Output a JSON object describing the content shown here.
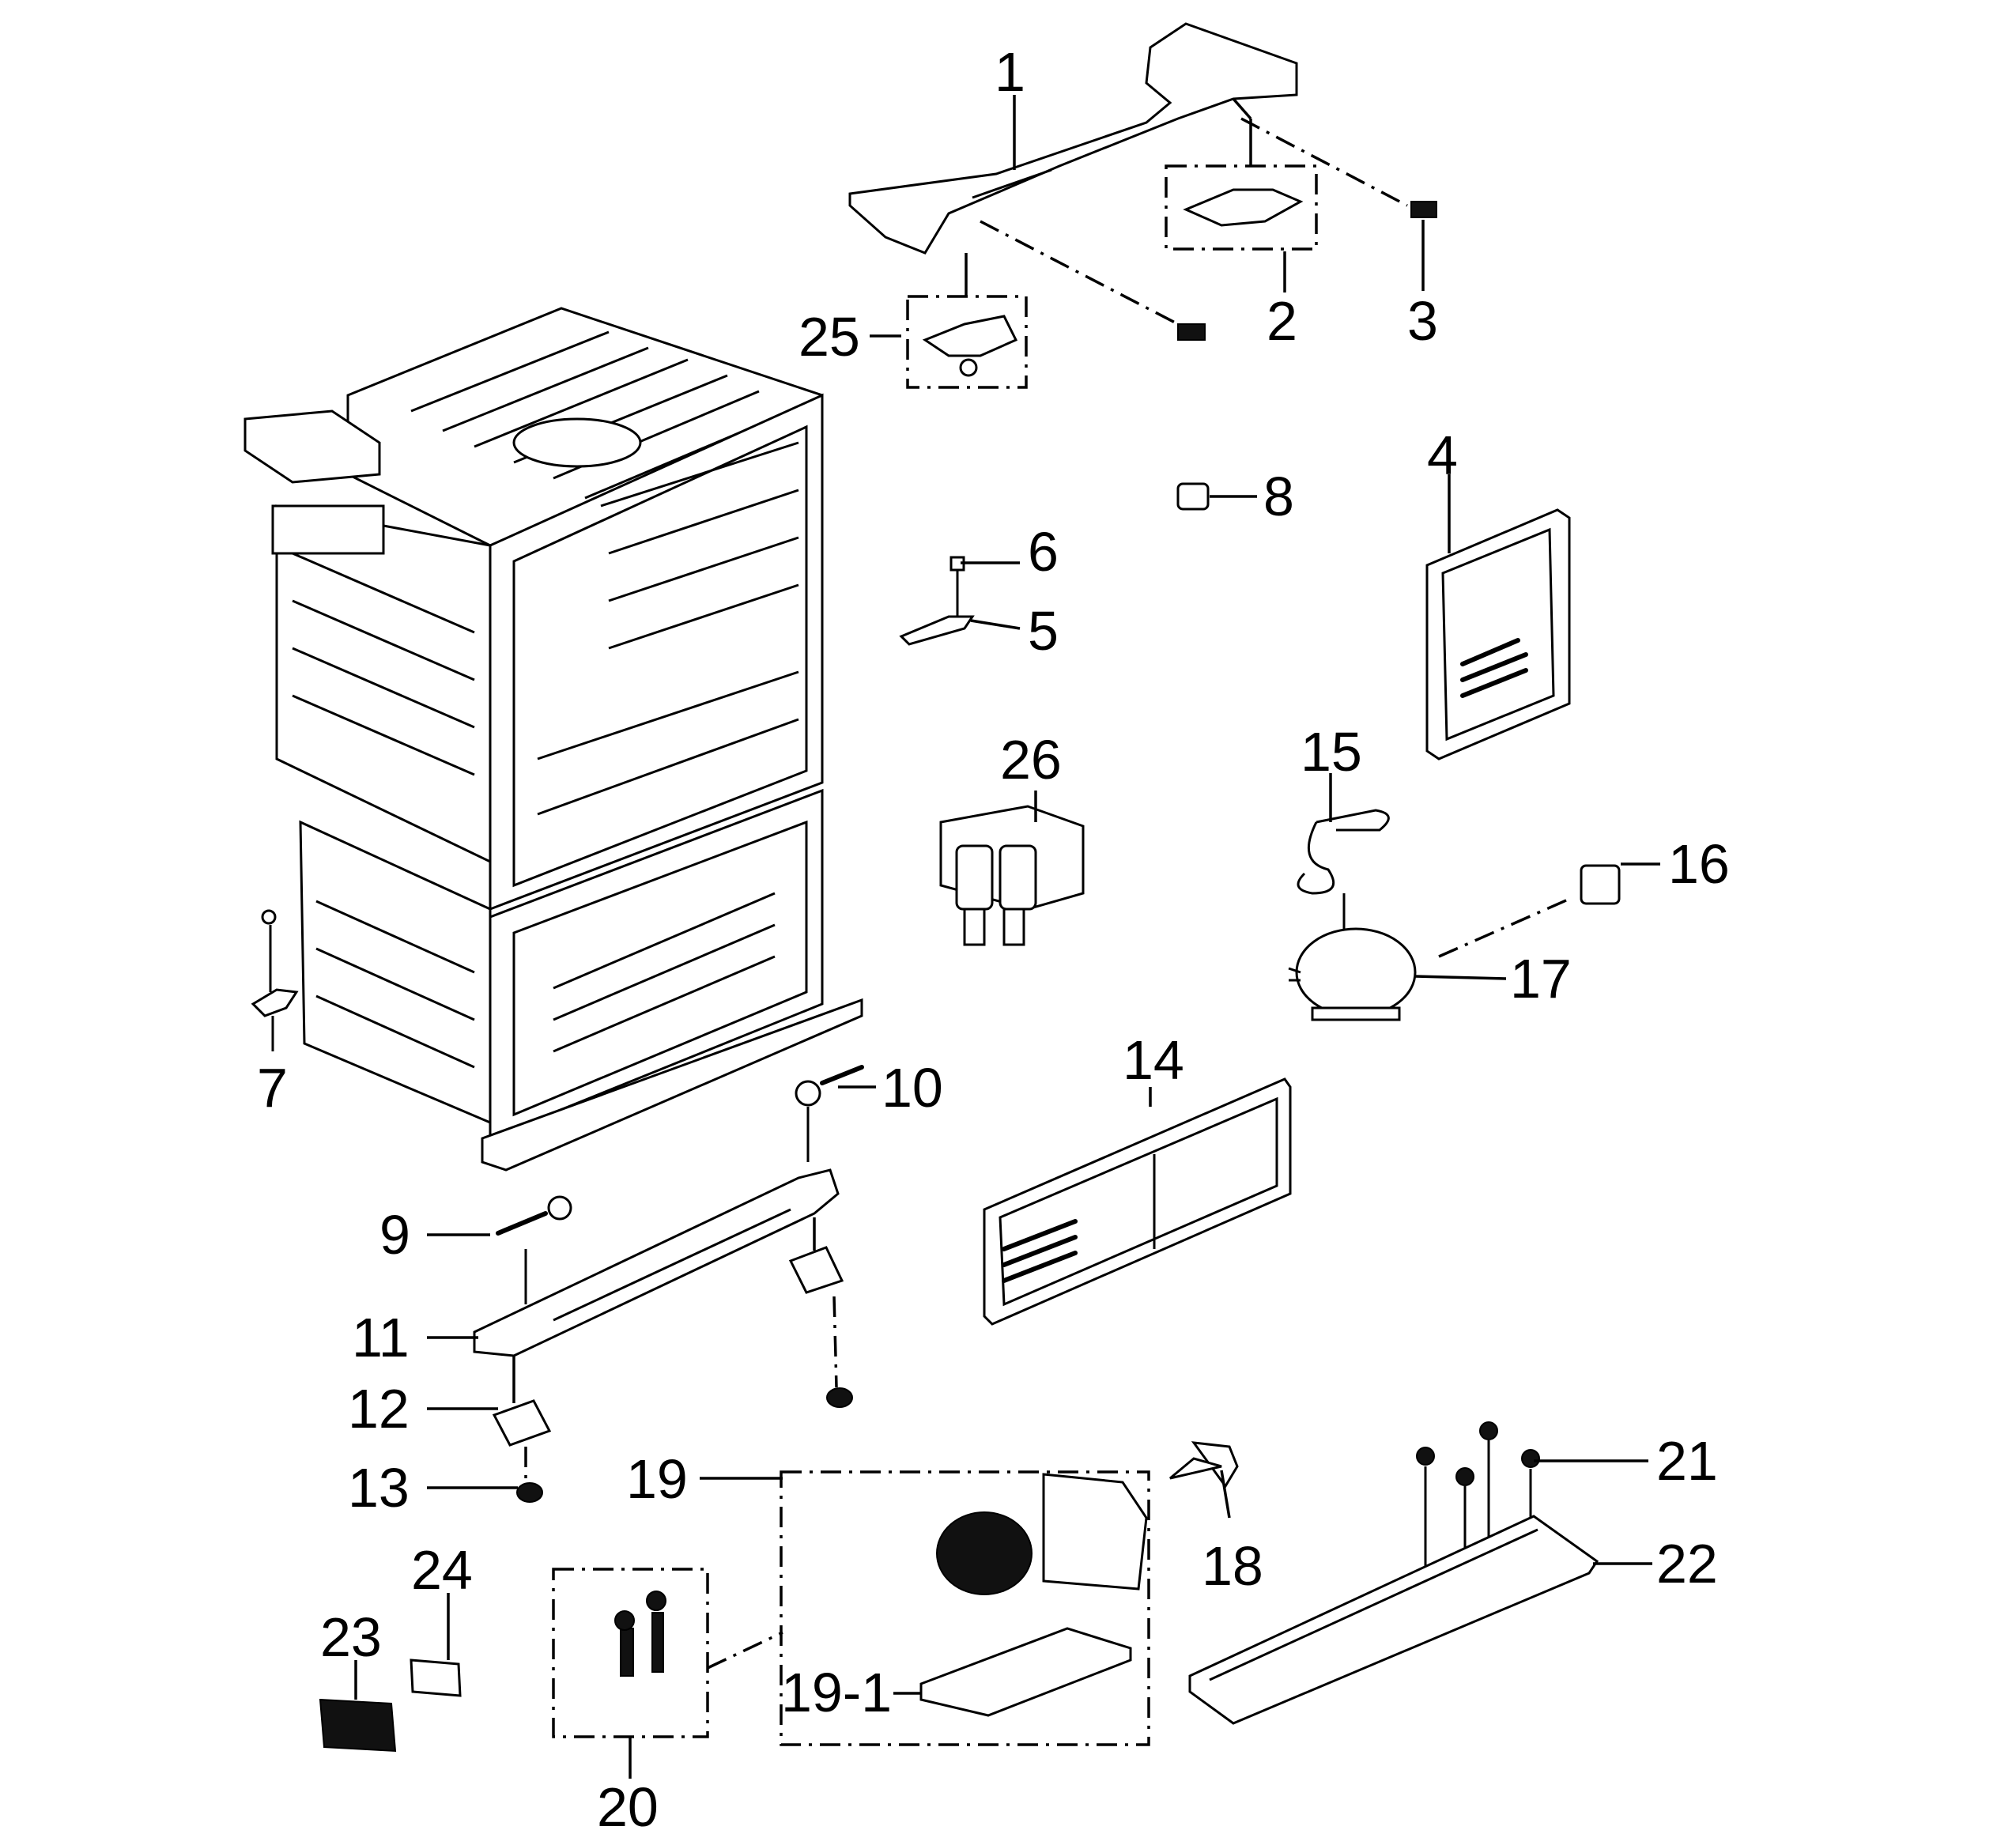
{
  "callouts": {
    "c1": "1",
    "c2": "2",
    "c3": "3",
    "c4": "4",
    "c5": "5",
    "c6": "6",
    "c7": "7",
    "c8": "8",
    "c9": "9",
    "c10": "10",
    "c11": "11",
    "c12": "12",
    "c13": "13",
    "c14": "14",
    "c15": "15",
    "c16": "16",
    "c17": "17",
    "c18": "18",
    "c19": "19",
    "c19_1": "19-1",
    "c20": "20",
    "c21": "21",
    "c22": "22",
    "c23": "23",
    "c24": "24",
    "c25": "25",
    "c26": "26"
  }
}
